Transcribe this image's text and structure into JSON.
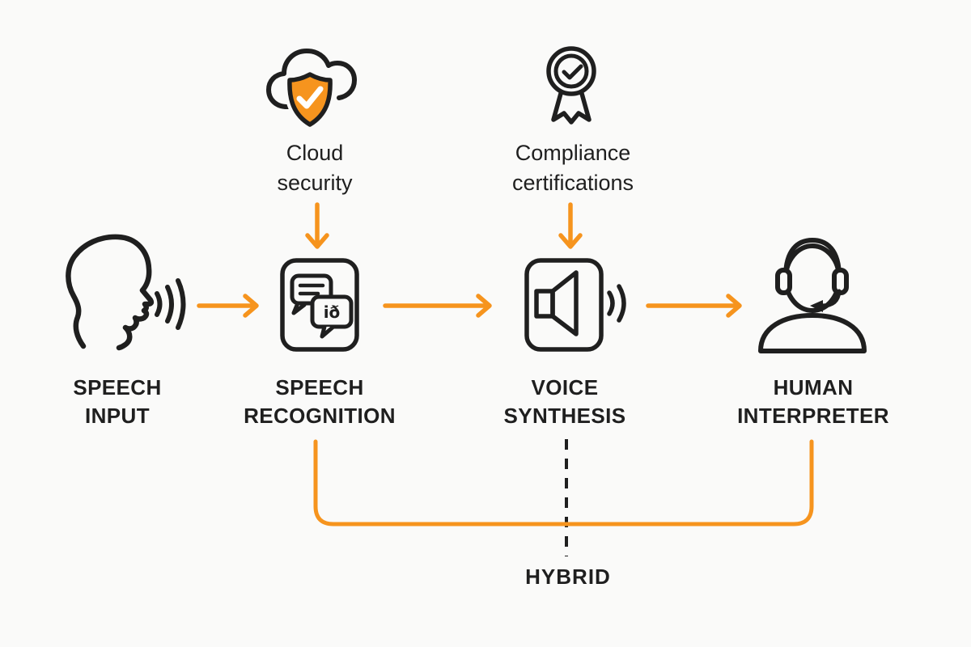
{
  "colors": {
    "background": "#FAFAF9",
    "ink": "#1F1F1F",
    "accent_orange": "#F6941E",
    "shield_fill": "#F6941E",
    "checkmark": "#FFFFFF"
  },
  "annotations": {
    "cloud_security": {
      "line1": "Cloud",
      "line2": "security"
    },
    "compliance_certifications": {
      "line1": "Compliance",
      "line2": "certifications"
    }
  },
  "nodes": {
    "speech_input": {
      "line1": "SPEECH",
      "line2": "INPUT"
    },
    "speech_recognition": {
      "line1": "SPEECH",
      "line2": "RECOGNITION",
      "bubble_text": "ið"
    },
    "voice_synthesis": {
      "line1": "VOICE",
      "line2": "SYNTHESIS"
    },
    "human_interpreter": {
      "line1": "HUMAN",
      "line2": "INTERPRETER"
    }
  },
  "bracket": {
    "label": "HYBRID"
  },
  "flow": [
    "speech_input → speech_recognition",
    "speech_recognition → voice_synthesis",
    "voice_synthesis → human_interpreter"
  ]
}
